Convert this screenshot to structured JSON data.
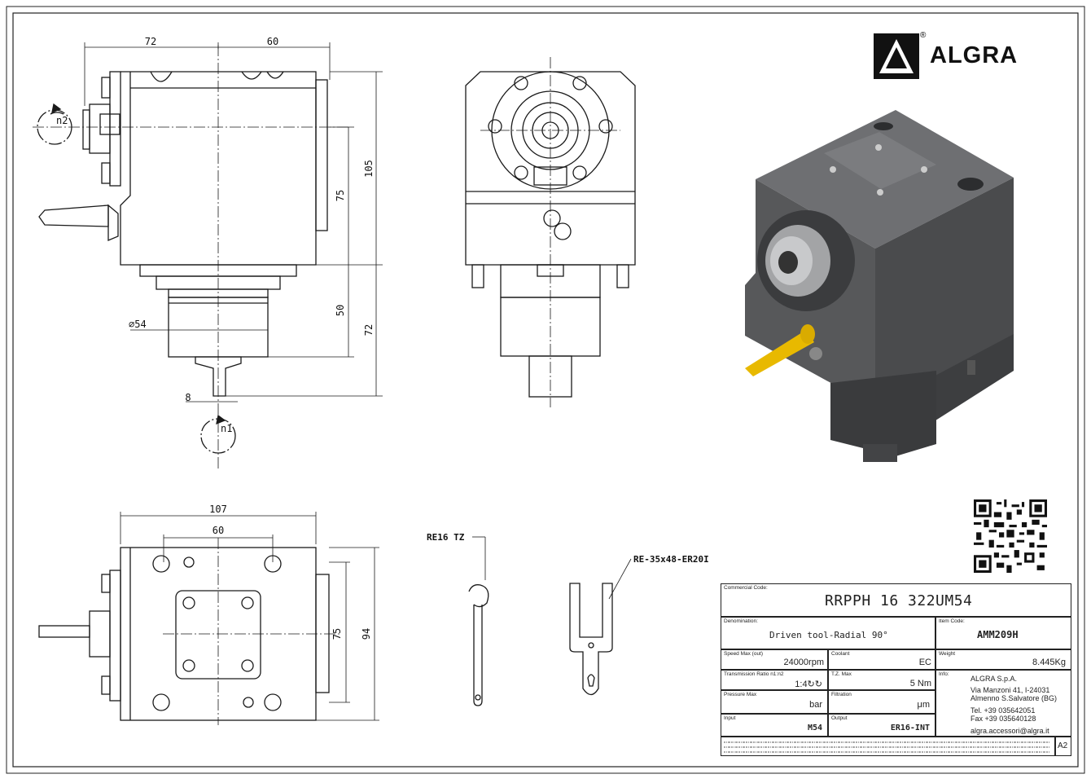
{
  "dimensions": {
    "side_width_left": "72",
    "side_width_right": "60",
    "side_height_total": "105",
    "side_height_inner": "75",
    "shank_length": "50",
    "shank_total": "72",
    "shank_diameter": "⌀54",
    "spindle_width": "8",
    "bottom_width": "107",
    "bottom_hole_spacing": "60",
    "bottom_height_inner": "75",
    "bottom_height": "94"
  },
  "rotation_labels": {
    "input": "n1",
    "output": "n2"
  },
  "accessories": {
    "wrench": "RE16 TZ",
    "fork_wrench": "RE-35x48-ER20I"
  },
  "brand": {
    "name": "ALGRA",
    "registered": "®"
  },
  "title_block": {
    "commercial_code_label": "Commercial Code:",
    "commercial_code": "RRPPH 16 322UM54",
    "denomination_label": "Denomination:",
    "denomination": "Driven tool-Radial 90°",
    "item_code_label": "Item Code:",
    "item_code": "AMM209H",
    "speed_max_label": "Speed Max (out)",
    "speed_max": "24000rpm",
    "coolant_label": "Coolant",
    "coolant": "EC",
    "weight_label": "Weight",
    "weight": "8.445Kg",
    "transmission_label": "Transmission Ratio n1:n2",
    "transmission": "1:4↻↻",
    "tz_max_label": "T.Z. Max",
    "tz_max": "5 Nm",
    "info_label": "Info:",
    "pressure_label": "Pressure Max",
    "pressure": "bar",
    "filtration_label": "Filtration",
    "filtration": "μm",
    "input_label": "Input",
    "input": "M54",
    "output_label": "Output",
    "output": "ER16-INT",
    "company": "ALGRA S.p.A.",
    "address1": "Via Manzoni 41, I-24031",
    "address2": "Almenno S.Salvatore (BG)",
    "tel": "Tel. +39 035642051",
    "fax": "Fax +39 035640128",
    "email": "algra.accessori@algra.it",
    "sheet_size": "A2"
  },
  "colors": {
    "line": "#1a1a1a",
    "render_body": "#5b5c5e",
    "render_dark": "#3a3b3d",
    "accent_yellow": "#e8b900"
  }
}
